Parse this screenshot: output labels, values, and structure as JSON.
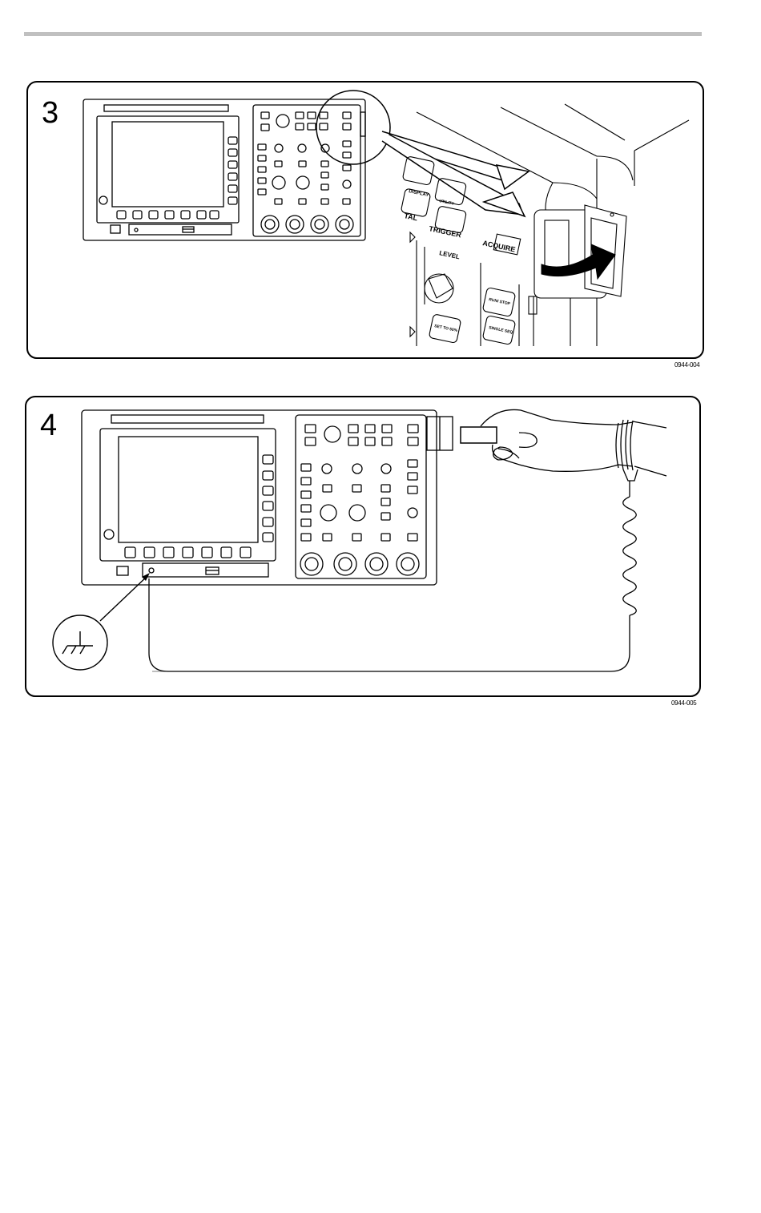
{
  "figures": [
    {
      "step": "3",
      "figure_id": "0944-004",
      "panel_labels": {
        "display": "DISPLAY",
        "utility": "UTILITY",
        "tal": "TAL",
        "trigger": "TRIGGER",
        "level": "LEVEL",
        "acquire": "ACQUIRE",
        "run_stop": "RUN/ STOP",
        "set_to_50": "SET TO 50%",
        "single_seq": "SINGLE SEQ"
      }
    },
    {
      "step": "4",
      "figure_id": "0944-005"
    }
  ],
  "icons": {
    "ground": "ground-symbol-icon",
    "hand": "hand-icon",
    "wrist_strap": "wrist-strap-icon",
    "rotate_arrow": "rotate-arrow-icon"
  }
}
